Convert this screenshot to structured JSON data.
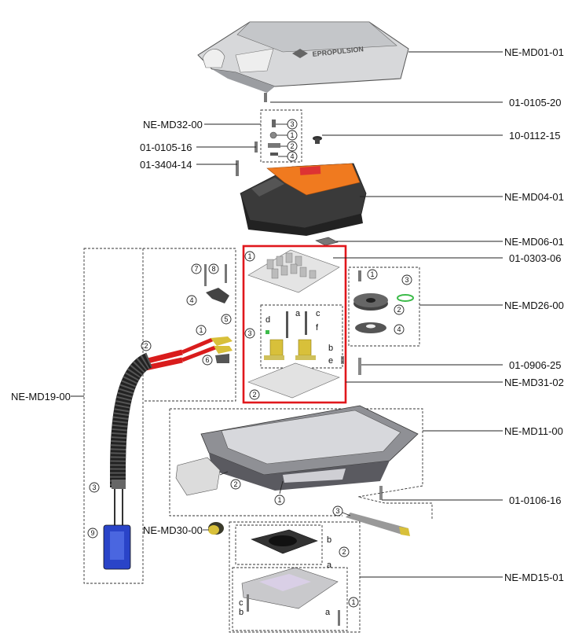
{
  "cover_logo_text": "EPROPULSION",
  "part_labels": {
    "md01": "NE-MD01-01",
    "s0105_20": "01-0105-20",
    "md32": "NE-MD32-00",
    "s0112_15": "10-0112-15",
    "s0105_16": "01-0105-16",
    "s3404_14": "01-3404-14",
    "md04": "NE-MD04-01",
    "md06": "NE-MD06-01",
    "s0303_06": "01-0303-06",
    "md26": "NE-MD26-00",
    "md19": "NE-MD19-00",
    "s0906_25": "01-0906-25",
    "md31": "NE-MD31-02",
    "md11": "NE-MD11-00",
    "s0106_16": "01-0106-16",
    "md30": "NE-MD30-00",
    "md15": "NE-MD15-01"
  },
  "callouts": {
    "md32": [
      "3",
      "1",
      "2",
      "4"
    ],
    "md19": [
      "7",
      "8",
      "4",
      "5",
      "1",
      "2",
      "6",
      "3",
      "9"
    ],
    "md31": [
      "1",
      "3",
      "2"
    ],
    "md31_sub": [
      "a",
      "c",
      "d",
      "f",
      "b",
      "e"
    ],
    "md26": [
      "1",
      "3",
      "2",
      "4"
    ],
    "md11": [
      "2",
      "1",
      "3"
    ],
    "md15": [
      "b",
      "2",
      "a",
      "1",
      "c",
      "b",
      "a"
    ]
  },
  "colors": {
    "highlight_box": "#e0171c",
    "housing_orange": "#f07a1f",
    "cable_red": "#d91c1c",
    "connector_blue": "#2a44c8",
    "brass": "#d8c03a",
    "oring_green": "#3dbb4a"
  }
}
